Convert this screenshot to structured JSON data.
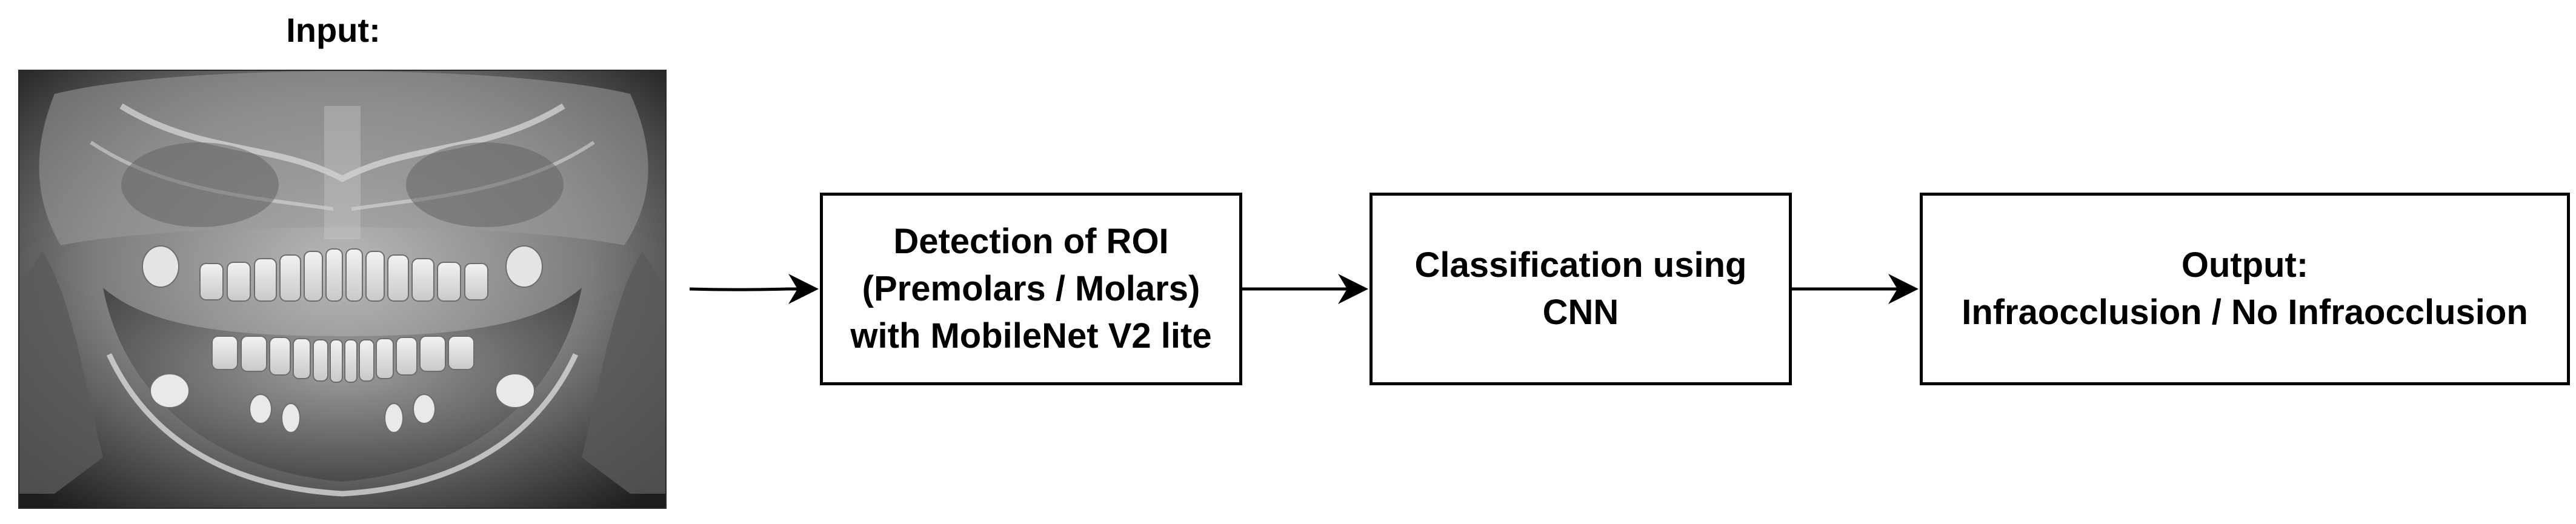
{
  "input": {
    "label": "Input:"
  },
  "steps": [
    {
      "lines": [
        "Detection of ROI",
        "(Premolars / Molars)",
        "with MobileNet V2 lite"
      ]
    },
    {
      "lines": [
        "Classification using",
        "CNN"
      ]
    },
    {
      "lines": [
        "Output:",
        "Infraocclusion / No Infraocclusion"
      ]
    }
  ],
  "colors": {
    "stroke": "#000000",
    "background": "#ffffff"
  }
}
